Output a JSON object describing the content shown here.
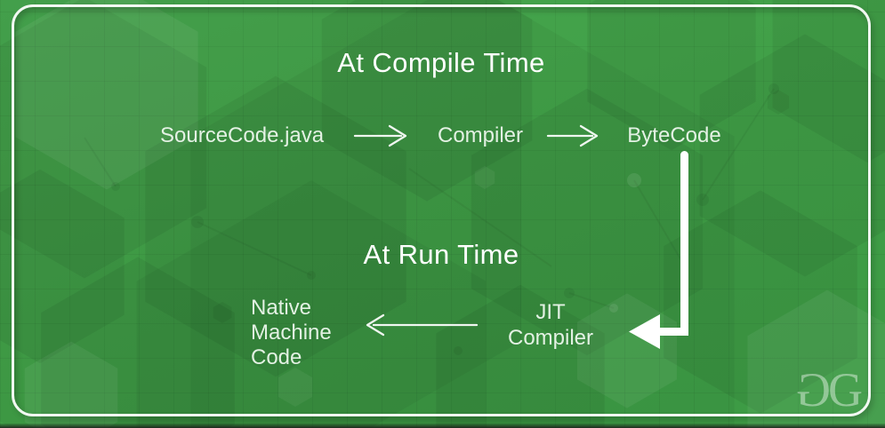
{
  "diagram": {
    "compile_time": {
      "title": "At Compile Time",
      "nodes": [
        "SourceCode.java",
        "Compiler",
        "ByteCode"
      ]
    },
    "run_time": {
      "title": "At Run Time",
      "native_machine_code_lines": [
        "Native",
        "Machine",
        "Code"
      ],
      "jit_compiler_lines": [
        "JIT",
        "Compiler"
      ]
    },
    "flow": [
      "SourceCode.java -> Compiler",
      "Compiler -> ByteCode",
      "ByteCode -> JIT Compiler",
      "JIT Compiler -> Native Machine Code"
    ]
  },
  "watermark": {
    "letters": [
      "G",
      "G"
    ]
  },
  "icons": {
    "thin_arrow_right": "⟶",
    "thin_arrow_left": "⟵",
    "thick_elbow_arrow_down_left": "⬐",
    "hexagon_pattern": "⬡"
  },
  "colors": {
    "background_green": "#41a048",
    "frame_white": "#ffffff",
    "text_white": "#eef8ee",
    "arrow_white": "#ffffff",
    "bottom_edge_dark": "#232623"
  }
}
